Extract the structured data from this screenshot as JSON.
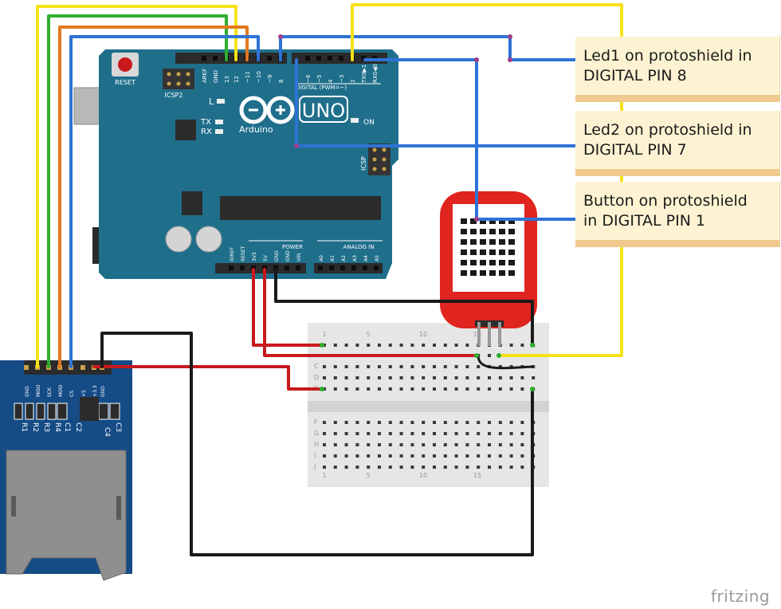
{
  "notes": [
    {
      "line1": "Led1 on protoshield in",
      "line2": "DIGITAL PIN 8"
    },
    {
      "line1": "Led2 on protoshield in",
      "line2": "DIGITAL PIN 7"
    },
    {
      "line1": "Button on protoshield",
      "line2": "in DIGITAL PIN 1"
    }
  ],
  "arduino": {
    "reset_label": "RESET",
    "icsp2_label": "ICSP2",
    "icsp_label": "ICSP",
    "logo_brand": "Arduino",
    "logo_model": "UNO",
    "led_l": "L",
    "led_tx": "TX",
    "led_rx": "RX",
    "led_on": "ON",
    "digital_label": "DIGITAL (PWM=~)",
    "power_label": "POWER",
    "analog_label": "ANALOG IN",
    "top_pins": [
      "AREF",
      "GND",
      "13",
      "12",
      "~11",
      "~10",
      "~9",
      "8",
      "~6",
      "~5",
      "4",
      "~3",
      "2",
      "TX0▶1",
      "RX0◀0"
    ],
    "power_pins": [
      "IOREF",
      "RESET",
      "3V3",
      "5V",
      "GND",
      "GND",
      "VIN"
    ],
    "analog_pins": [
      "A0",
      "A1",
      "A2",
      "A3",
      "A4",
      "A5"
    ]
  },
  "sd_module": {
    "pins": [
      "GND",
      "MISO",
      "SCK",
      "MOSI",
      "CS",
      "+5",
      "+3.3",
      "GND"
    ],
    "parts": [
      "R1",
      "R2",
      "R3",
      "R4",
      "C1",
      "C2",
      "C4",
      "C3"
    ]
  },
  "breadboard": {
    "col_numbers": [
      "1",
      "5",
      "10",
      "15"
    ],
    "rows_top": [
      "C",
      "D",
      "E"
    ],
    "rows_bottom": [
      "F",
      "G",
      "H",
      "I",
      "J"
    ]
  },
  "brand": "fritzing",
  "colors": {
    "arduino": "#1f6f8b",
    "wire_yellow": "#f5e218",
    "wire_green": "#2fae2f",
    "wire_orange": "#e3781e",
    "wire_blue": "#2e73d6",
    "wire_red": "#c8191c",
    "wire_black": "#1a1a1a",
    "sensor": "#e0241f",
    "sd_board": "#154c86",
    "note_bg": "#fdf3d2"
  }
}
